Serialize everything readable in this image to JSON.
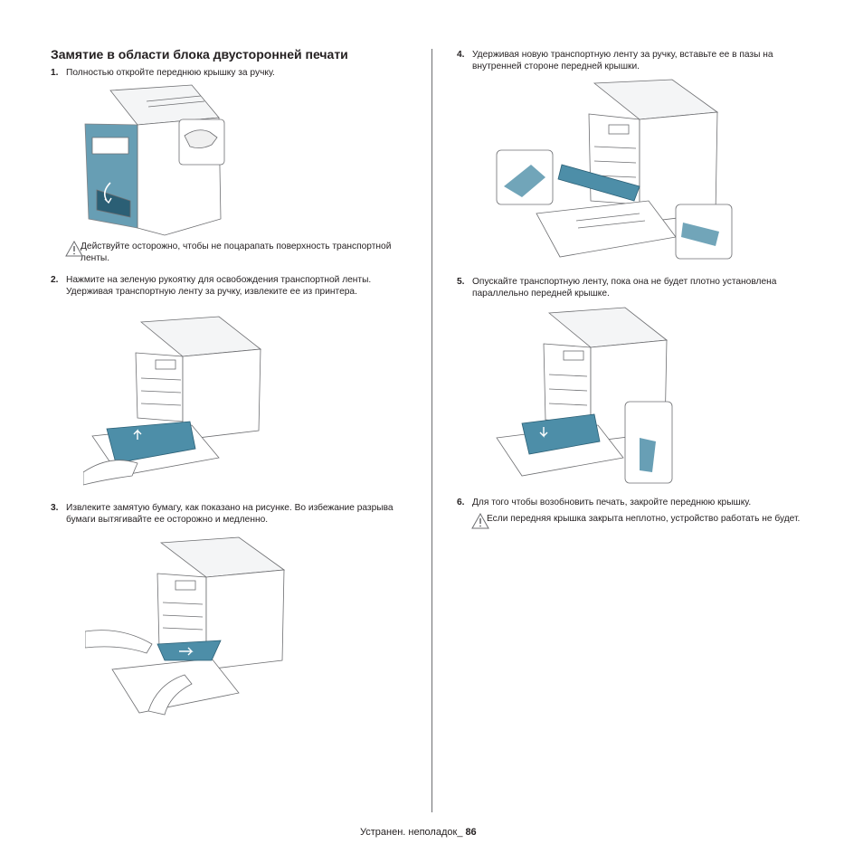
{
  "section": {
    "title": "Замятие в области блока двусторонней печати"
  },
  "steps": [
    {
      "num": "1.",
      "text": "Полностью откройте переднюю крышку за ручку."
    },
    {
      "num": "2.",
      "text": "Нажмите на зеленую рукоятку для освобождения транспортной ленты. Удерживая транспортную ленту за ручку, извлеките ее из принтера."
    },
    {
      "num": "3.",
      "text": "Извлеките замятую бумагу, как показано на рисунке. Во избежание разрыва бумаги вытягивайте ее осторожно и медленно."
    },
    {
      "num": "4.",
      "text": "Удерживая новую транспортную ленту за ручку, вставьте ее в пазы на внутренней стороне передней крышки."
    },
    {
      "num": "5.",
      "text": "Опускайте транспортную ленту, пока она не будет плотно установлена параллельно передней крышке."
    },
    {
      "num": "6.",
      "text": "Для того чтобы возобновить печать, закройте переднюю крышку."
    }
  ],
  "notes": [
    {
      "text": "Действуйте осторожно, чтобы не поцарапать поверхность транспортной ленты."
    },
    {
      "text": "Если передняя крышка закрыта неплотно, устройство работать не будет."
    }
  ],
  "footer": {
    "label": "Устранен. неполадок_",
    "page": "86"
  },
  "colors": {
    "text": "#231f20",
    "accent_teal": "#4d8ea8",
    "line": "#6d6e71"
  },
  "icons": [
    "warning-icon"
  ]
}
